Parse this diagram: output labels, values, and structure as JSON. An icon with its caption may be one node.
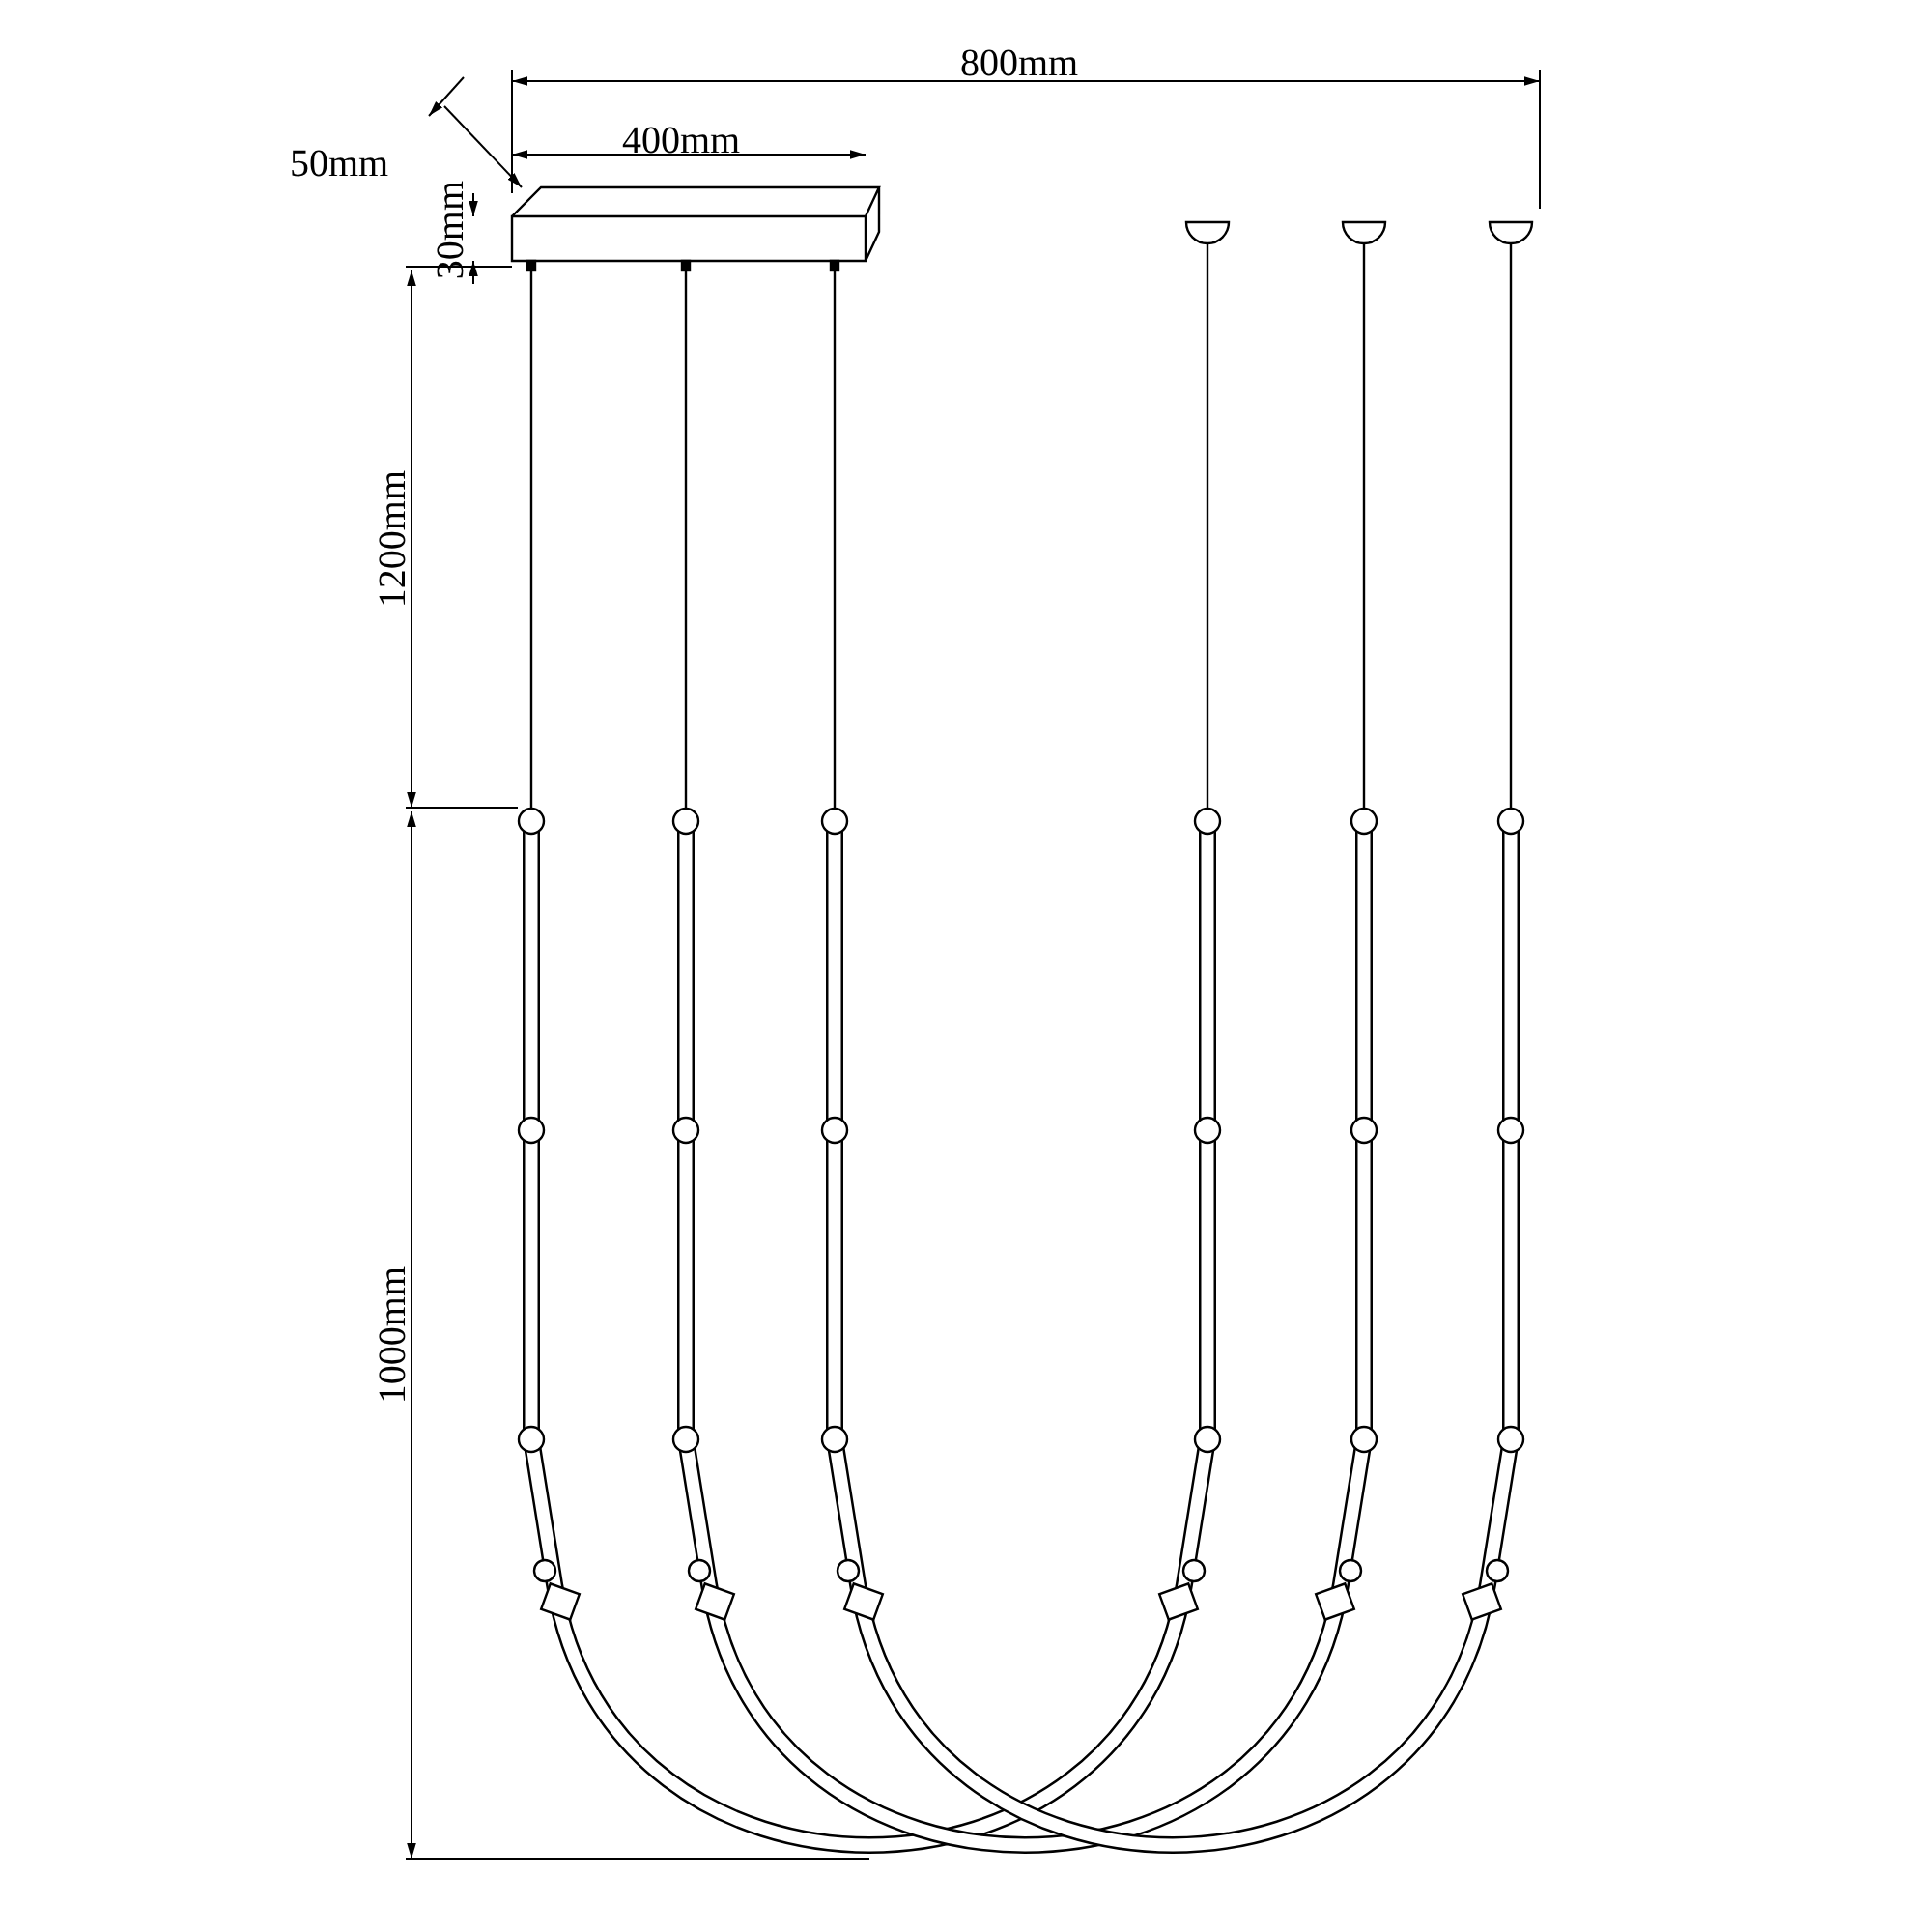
{
  "diagram": {
    "labels": [
      "800mm",
      "50mm",
      "400mm",
      "30mm",
      "1200mm",
      "1000mm"
    ]
  }
}
